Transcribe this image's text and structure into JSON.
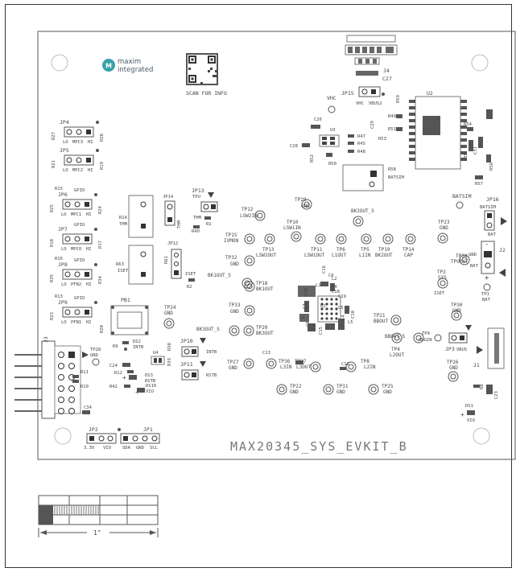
{
  "brand": {
    "line1": "maxim",
    "line2": "integrated",
    "tm": "™"
  },
  "qr_caption": "SCAN FOR INFO",
  "board_title": "MAX20345_SYS_EVKIT_B",
  "scale": {
    "label": "1\""
  },
  "jumpers": [
    {
      "ref": "JP4",
      "left": "LO",
      "mid": "MPC3",
      "right": "HI"
    },
    {
      "ref": "JP5",
      "left": "LO",
      "mid": "MPC2",
      "right": "HI"
    },
    {
      "ref": "JP6",
      "left": "LO",
      "mid": "MPC1",
      "right": "HI",
      "top": "GPIO"
    },
    {
      "ref": "JP7",
      "left": "LO",
      "mid": "MPC0",
      "right": "HI",
      "top": "GPIO"
    },
    {
      "ref": "JP8",
      "left": "LO",
      "mid": "PFN2",
      "right": "HI",
      "top": "GPIO"
    },
    {
      "ref": "JP9",
      "left": "LO",
      "mid": "PFN1",
      "right": "HI",
      "top": "GPIO"
    }
  ],
  "labels": {
    "jp13": "JP13",
    "tpu": "TPU",
    "thm": "THM",
    "jp14": "JP14",
    "jp12": "JP12",
    "iset": "ISET",
    "jp15": "JP15",
    "vhc": "VHC",
    "vbus2": "VBUS2",
    "vhc_top": "VHC",
    "j4": "J4",
    "c27": "C27",
    "u2": "U2",
    "r59": "R59",
    "c29": "C29",
    "r49": "R49",
    "r51": "R51",
    "r53": "R53",
    "c26": "C26",
    "u3": "U3",
    "r47": "R47",
    "r45": "R45",
    "r48": "R48",
    "c28": "C28",
    "r52": "R52",
    "r50": "R50",
    "r58": "R58",
    "batsim": "BATSIM",
    "c30": "C30",
    "c31": "C31",
    "r54": "R54",
    "r56": "R56",
    "r57": "R57",
    "c32": "C32",
    "jp16": "JP16",
    "batsim2": "BATSIM",
    "bat": "BAT",
    "batsim_tp": "BATSIM",
    "j2": "J2",
    "gnd": "GND",
    "bat2": "BAT",
    "tp1": "TP1",
    "bat_tp1": "BAT",
    "r27": "R27",
    "r28": "R28",
    "r21": "R21",
    "r19": "R19",
    "r15": "R15",
    "r25": "R25",
    "r24": "R24",
    "r14": "R14",
    "r18": "R18",
    "r17": "R17",
    "r16": "R16",
    "r35": "R35",
    "r34": "R34",
    "r13": "R13",
    "r23": "R23",
    "r20": "R20",
    "r63": "R63",
    "r61": "R61",
    "r2": "R2",
    "r40": "R40",
    "r1": "R1",
    "pb1": "PB1",
    "ds2": "DS2",
    "intb_ds2": "INTB",
    "r9": "R9",
    "r38": "R38",
    "u4": "U4",
    "r39": "R39",
    "jp10": "JP10",
    "intb": "INTB",
    "jp11": "JP11",
    "rstb": "RSTB",
    "c24": "C24",
    "r12": "R12",
    "ds3": "DS3",
    "rstb3": "RSTB",
    "r42": "R42",
    "ds10": "DS10",
    "vio10": "VIO",
    "j3": "J3",
    "tp28": "TP28",
    "gnd28": "GND",
    "r11": "R11",
    "r10": "R10",
    "c34": "C34",
    "jp2": "JP2",
    "v33": "3.3V",
    "vio": "VIO",
    "jp1": "JP1",
    "sda": "SDA",
    "gndj": "GND",
    "scl": "SCL",
    "jp3": "JP3",
    "vbus": "VBUS",
    "j1": "J1",
    "tp9": "TP9",
    "chgin": "CHGIN",
    "tp26": "TP26",
    "gnd26": "GND",
    "r8": "R8",
    "c23": "C23",
    "ds1": "DS1",
    "vio1": "VIO",
    "tp30": "TP30",
    "gnd30": "GND",
    "iset2": "ISET",
    "tp2": "TP2",
    "sys": "SYS",
    "tp34": "TP34",
    "tpuext": "TPUEXT",
    "tp23": "TP23",
    "gnd23": "GND",
    "bk2out_s": "BK2OUT_S",
    "tp29": "TP29",
    "gnd29": "GND",
    "tp12": "TP12",
    "lsw2in": "LSW2IN",
    "tp10": "TP10",
    "lsw1in": "LSW1IN",
    "tp15": "TP15",
    "ivmon": "IVMON",
    "tp13": "TP13",
    "lsw2out": "LSW2OUT",
    "tp11": "TP11",
    "lsw1out": "LSW1OUT",
    "tp6": "TP6",
    "l1out": "L1OUT",
    "tp5": "TP5",
    "l1in": "L1IN",
    "tp19": "TP19",
    "bk2out": "BK2OUT",
    "tp14": "TP14",
    "cap": "CAP",
    "tp32": "TP32",
    "gnd32": "GND",
    "bk1out_s": "BK1OUT_S",
    "tp18": "TP18",
    "bk1out": "BK1OUT",
    "tp33": "TP33",
    "gnd33": "GND",
    "tp24": "TP24",
    "gnd24": "GND",
    "bk3out_s": "BK3OUT_S",
    "tp20": "TP20",
    "bk3out": "BK3OUT",
    "tp27": "TP27",
    "gnd27": "GND",
    "c13": "C13",
    "tp36": "TP36",
    "l3in": "L3IN",
    "tp37": "TP37",
    "l3out": "L3OUT",
    "c12": "C12",
    "tp8": "TP8",
    "l2in": "L2IN",
    "tp4": "TP4",
    "l2out": "L2OUT",
    "tp21": "TP21",
    "bbout": "BBOUT",
    "bbout_s": "BBOUT_S",
    "tp22": "TP22",
    "gnd22": "GND",
    "tp31": "TP31",
    "gnd31": "GND",
    "tp25": "TP25",
    "gnd25": "GND",
    "c16": "C16",
    "l2": "L2",
    "c8": "C8",
    "c4": "C4",
    "c18": "C18",
    "c19": "C19",
    "c20": "C20",
    "l1": "L1",
    "c7": "C7",
    "u1": "U1",
    "c5": "C5",
    "c9": "C9",
    "l3": "L3",
    "c1": "C1",
    "l4": "L4",
    "c15": "C15",
    "l5": "L5",
    "c10": "C10"
  }
}
